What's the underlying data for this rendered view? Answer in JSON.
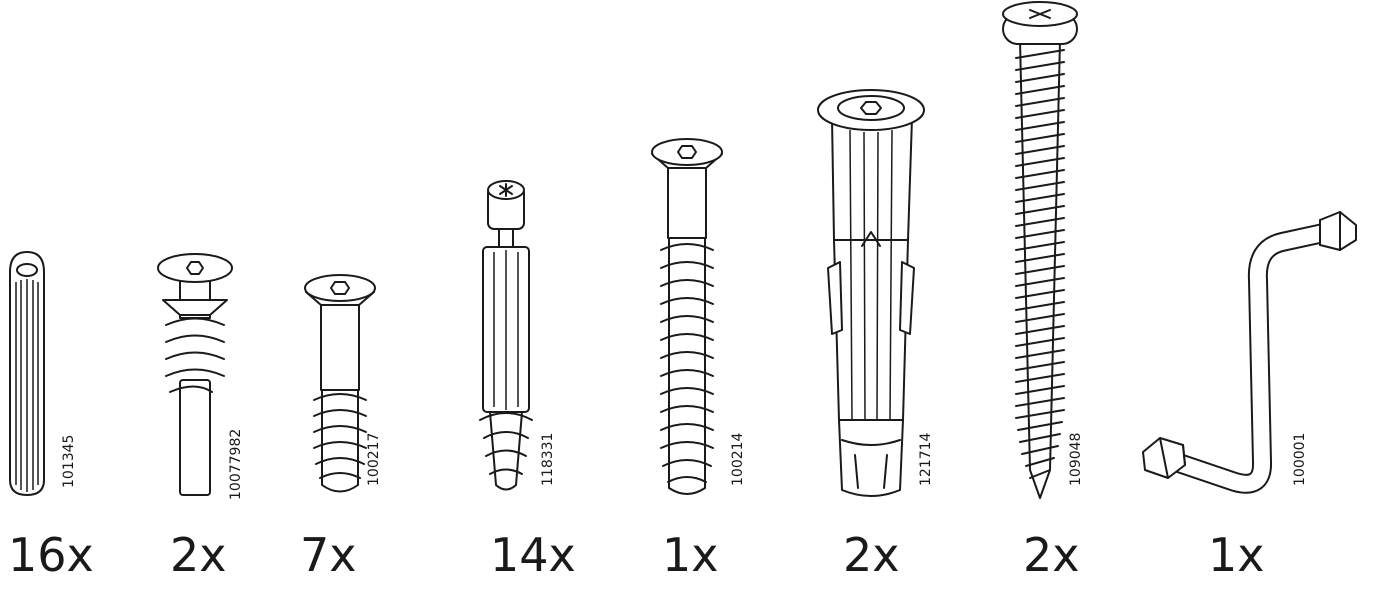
{
  "parts": [
    {
      "id": "dowel",
      "article_number": "101345",
      "quantity": "16x"
    },
    {
      "id": "cam-screw",
      "article_number": "10077982",
      "quantity": "2x"
    },
    {
      "id": "short-screw",
      "article_number": "100217",
      "quantity": "7x"
    },
    {
      "id": "cam-lock-dowel",
      "article_number": "118331",
      "quantity": "14x"
    },
    {
      "id": "long-screw",
      "article_number": "100214",
      "quantity": "1x"
    },
    {
      "id": "wall-plug",
      "article_number": "121714",
      "quantity": "2x"
    },
    {
      "id": "wood-screw",
      "article_number": "109048",
      "quantity": "2x"
    },
    {
      "id": "allen-key",
      "article_number": "100001",
      "quantity": "1x"
    }
  ],
  "colors": {
    "ink": "#1a1a1a",
    "background": "#ffffff"
  },
  "icons": [
    "dowel-icon",
    "cam-screw-icon",
    "short-screw-icon",
    "cam-lock-dowel-icon",
    "long-screw-icon",
    "wall-plug-icon",
    "wood-screw-icon",
    "allen-key-icon"
  ]
}
